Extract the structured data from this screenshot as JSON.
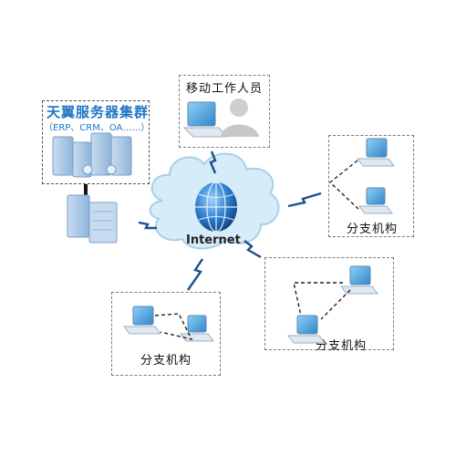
{
  "cluster": {
    "title": "天翼服务器集群",
    "subtitle": "（ERP、CRM、OA……）"
  },
  "mobile": {
    "label": "移动工作人员"
  },
  "internet": {
    "label": "Internet"
  },
  "branches": [
    {
      "label": "分支机构"
    },
    {
      "label": "分支机构"
    },
    {
      "label": "分支机构"
    }
  ],
  "colors": {
    "accent": "#1e74c8",
    "cloud": "#d6ecf8",
    "lightning": "#1d4f8c"
  },
  "icons": [
    "server-cluster-icon",
    "server-icon",
    "globe-icon",
    "laptop-icon",
    "user-icon",
    "lightning-icon"
  ]
}
